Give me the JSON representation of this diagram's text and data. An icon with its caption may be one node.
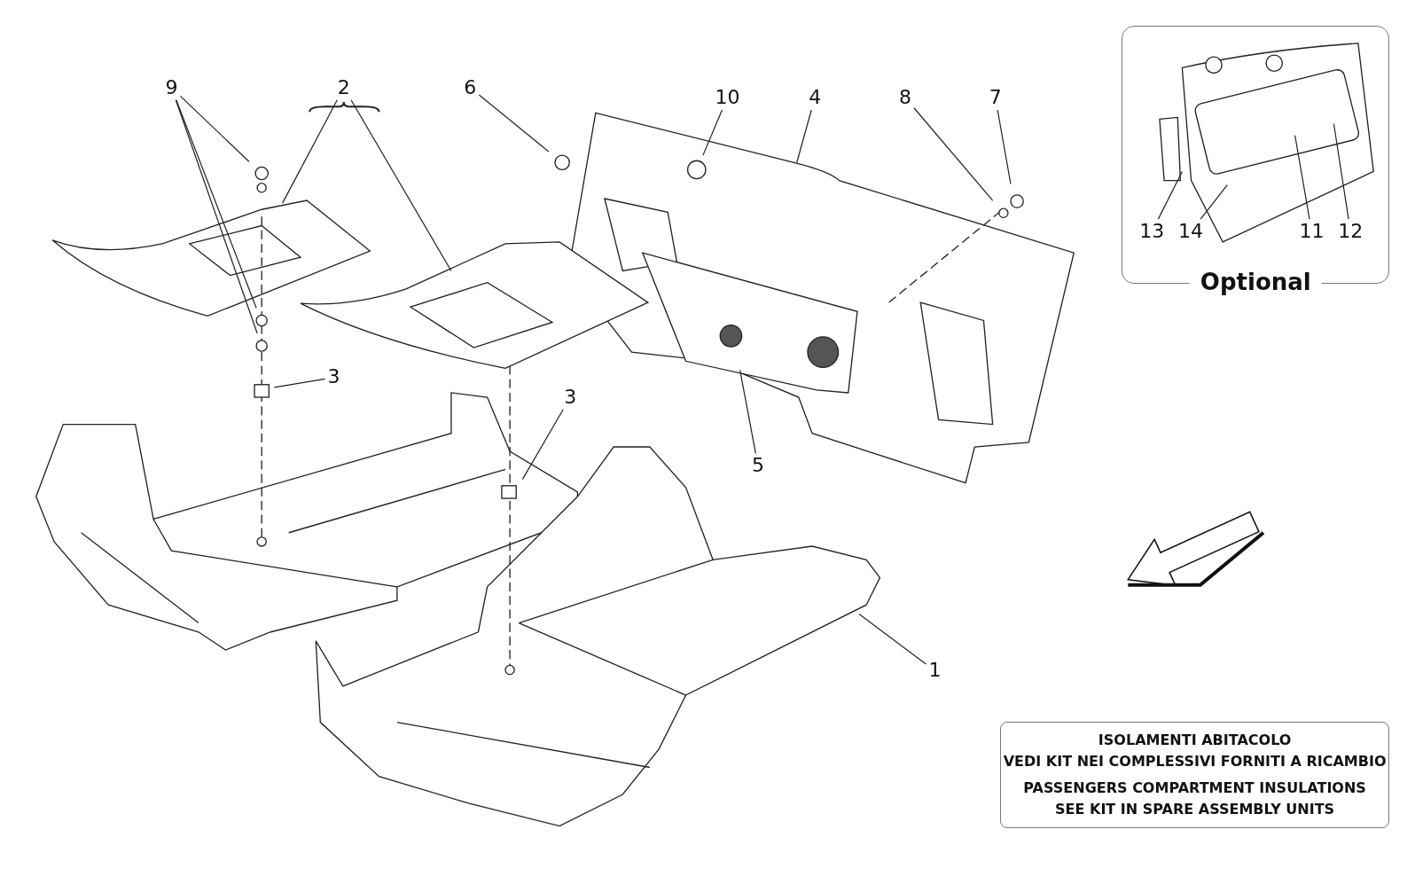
{
  "diagram": {
    "nodes": [
      {
        "text": [
          "9"
        ]
      },
      {
        "text": [
          "2"
        ]
      },
      {
        "text": [
          "6"
        ]
      },
      {
        "text": [
          "10"
        ]
      },
      {
        "text": [
          "4"
        ]
      },
      {
        "text": [
          "8"
        ]
      },
      {
        "text": [
          "7"
        ]
      },
      {
        "text": [
          "3"
        ]
      },
      {
        "text": [
          "3"
        ]
      },
      {
        "text": [
          "5"
        ]
      },
      {
        "text": [
          "1"
        ]
      },
      {
        "text": [
          "Optional"
        ]
      },
      {
        "text": [
          "13"
        ],
        "in": 11
      },
      {
        "text": [
          "14"
        ],
        "in": 11
      },
      {
        "text": [
          "11"
        ],
        "in": 11
      },
      {
        "text": [
          "12"
        ],
        "in": 11
      },
      {
        "text": [
          "ISOLAMENTI ABITACOLO VEDI KIT NEI COMPLESSIVI FORNITI A RICAMBIO",
          "PASSENGERS COMPARTMENT INSULATIONS SEE KIT IN SPARE ASSEMBLY UNITS"
        ]
      }
    ],
    "edges": [
      {
        "from": 0,
        "to": null,
        "arrow": "none"
      },
      {
        "from": 0,
        "to": null,
        "arrow": "none"
      },
      {
        "from": 0,
        "to": null,
        "arrow": "none"
      },
      {
        "from": 1,
        "to": null,
        "arrow": "none"
      },
      {
        "from": 1,
        "to": null,
        "arrow": "none"
      },
      {
        "from": 2,
        "to": null,
        "arrow": "none"
      },
      {
        "from": 3,
        "to": null,
        "arrow": "none"
      },
      {
        "from": 4,
        "to": null,
        "arrow": "none"
      },
      {
        "from": 5,
        "to": null,
        "arrow": "none"
      },
      {
        "from": 6,
        "to": null,
        "arrow": "none"
      },
      {
        "from": 7,
        "to": null,
        "arrow": "none"
      },
      {
        "from": 8,
        "to": null,
        "arrow": "none"
      },
      {
        "from": 9,
        "to": null,
        "arrow": "none"
      },
      {
        "from": 10,
        "to": null,
        "arrow": "none"
      },
      {
        "from": 12,
        "to": null,
        "arrow": "none"
      },
      {
        "from": 13,
        "to": null,
        "arrow": "none"
      },
      {
        "from": 14,
        "to": null,
        "arrow": "none"
      },
      {
        "from": 15,
        "to": null,
        "arrow": "none"
      }
    ]
  }
}
